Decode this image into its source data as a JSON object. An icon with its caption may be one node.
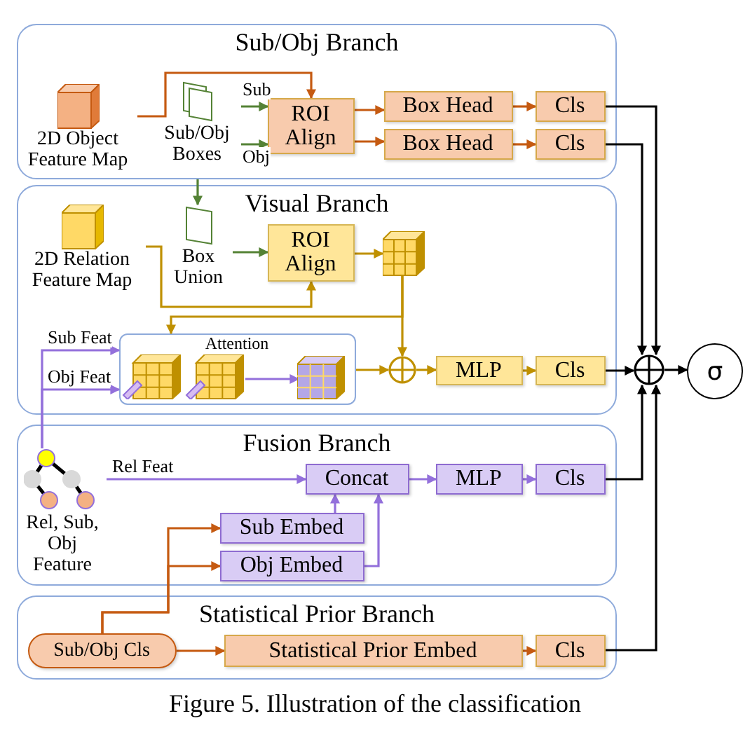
{
  "diagram": {
    "caption": "Figure 5. Illustration of the classification",
    "nodes": [
      {
        "text": [
          "Sub/Obj Branch"
        ]
      },
      {
        "text": [
          "Visual Branch"
        ]
      },
      {
        "text": [
          "Fusion Branch"
        ]
      },
      {
        "text": [
          "Statistical Prior Branch"
        ]
      },
      {
        "text": [
          "2D Object Feature Map"
        ],
        "in": 0
      },
      {
        "text": [
          "Sub/Obj Boxes"
        ],
        "in": 0
      },
      {
        "text": [
          "ROI Align"
        ],
        "in": 0
      },
      {
        "text": [
          "Box Head"
        ],
        "in": 0
      },
      {
        "text": [
          "Box Head"
        ],
        "in": 0
      },
      {
        "text": [
          "Cls"
        ],
        "in": 0
      },
      {
        "text": [
          "Cls"
        ],
        "in": 0
      },
      {
        "text": [
          "2D Relation Feature Map"
        ],
        "in": 1
      },
      {
        "text": [
          "Box Union"
        ],
        "in": 1
      },
      {
        "text": [
          "ROI Align"
        ],
        "in": 1
      },
      {
        "text": [],
        "shape": "cube",
        "in": 1
      },
      {
        "text": [
          "Attention"
        ],
        "in": 1
      },
      {
        "text": [],
        "shape": "cube",
        "in": 15
      },
      {
        "text": [],
        "shape": "cube",
        "in": 15
      },
      {
        "text": [],
        "shape": "cube",
        "in": 15
      },
      {
        "text": [],
        "shape": "circle",
        "in": 1
      },
      {
        "text": [
          "MLP"
        ],
        "in": 1
      },
      {
        "text": [
          "Cls"
        ],
        "in": 1
      },
      {
        "text": [],
        "shape": "circle"
      },
      {
        "text": [
          "σ"
        ]
      },
      {
        "text": [
          "Rel, Sub, Obj Feature"
        ],
        "in": 2
      },
      {
        "text": [
          "Concat"
        ],
        "in": 2
      },
      {
        "text": [
          "MLP"
        ],
        "in": 2
      },
      {
        "text": [
          "Cls"
        ],
        "in": 2
      },
      {
        "text": [
          "Sub Embed"
        ],
        "in": 2
      },
      {
        "text": [
          "Obj Embed"
        ],
        "in": 2
      },
      {
        "text": [
          "Sub/Obj Cls"
        ],
        "in": 3
      },
      {
        "text": [
          "Statistical Prior Embed"
        ],
        "in": 3
      },
      {
        "text": [
          "Cls"
        ],
        "in": 3
      }
    ],
    "edges": [
      {
        "from": 4,
        "to": 6,
        "arrow": "to"
      },
      {
        "from": 5,
        "to": 6,
        "arrow": "to",
        "label": "Sub",
        "color": "#548235"
      },
      {
        "from": 5,
        "to": 6,
        "arrow": "to",
        "label": "Obj",
        "color": "#548235"
      },
      {
        "from": 6,
        "to": 7,
        "arrow": "to"
      },
      {
        "from": 6,
        "to": 8,
        "arrow": "to"
      },
      {
        "from": 7,
        "to": 9,
        "arrow": "to"
      },
      {
        "from": 8,
        "to": 10,
        "arrow": "to"
      },
      {
        "from": 9,
        "to": 22,
        "arrow": "to",
        "color": "#000000"
      },
      {
        "from": 10,
        "to": 22,
        "arrow": "to",
        "color": "#000000"
      },
      {
        "from": 5,
        "to": 12,
        "arrow": "to",
        "color": "#548235"
      },
      {
        "from": 12,
        "to": 13,
        "arrow": "to",
        "color": "#548235"
      },
      {
        "from": 11,
        "to": 13,
        "arrow": "to",
        "color": "#bf9000"
      },
      {
        "from": 13,
        "to": 14,
        "arrow": "to",
        "color": "#bf9000"
      },
      {
        "from": 14,
        "to": 19,
        "arrow": "to",
        "color": "#bf9000"
      },
      {
        "from": 14,
        "to": 15,
        "arrow": "to",
        "color": "#bf9000"
      },
      {
        "from": 15,
        "to": 19,
        "arrow": "to",
        "color": "#bf9000"
      },
      {
        "from": 19,
        "to": 20,
        "arrow": "to",
        "color": "#bf9000"
      },
      {
        "from": 20,
        "to": 21,
        "arrow": "to",
        "color": "#bf9000"
      },
      {
        "from": 21,
        "to": 22,
        "arrow": "to",
        "color": "#000000"
      },
      {
        "from": 22,
        "to": 23,
        "arrow": "to",
        "color": "#000000"
      },
      {
        "from": 27,
        "to": 22,
        "arrow": "to",
        "color": "#000000"
      },
      {
        "from": 32,
        "to": 22,
        "arrow": "to",
        "color": "#000000"
      },
      {
        "from": 24,
        "to": 15,
        "arrow": "to",
        "label": "Sub Feat",
        "color": "#9370db"
      },
      {
        "from": 24,
        "to": 15,
        "arrow": "to",
        "label": "Obj Feat",
        "color": "#9370db"
      },
      {
        "from": 17,
        "to": 18,
        "arrow": "to",
        "color": "#9370db"
      },
      {
        "from": 24,
        "to": 25,
        "arrow": "to",
        "label": "Rel Feat",
        "color": "#9370db"
      },
      {
        "from": 25,
        "to": 26,
        "arrow": "to",
        "color": "#9370db"
      },
      {
        "from": 26,
        "to": 27,
        "arrow": "to",
        "color": "#9370db"
      },
      {
        "from": 28,
        "to": 25,
        "arrow": "to",
        "color": "#9370db"
      },
      {
        "from": 29,
        "to": 25,
        "arrow": "to",
        "color": "#9370db"
      },
      {
        "from": 30,
        "to": 28,
        "arrow": "to"
      },
      {
        "from": 30,
        "to": 29,
        "arrow": "to"
      },
      {
        "from": 30,
        "to": 31,
        "arrow": "to"
      },
      {
        "from": 31,
        "to": 32,
        "arrow": "to"
      }
    ]
  }
}
